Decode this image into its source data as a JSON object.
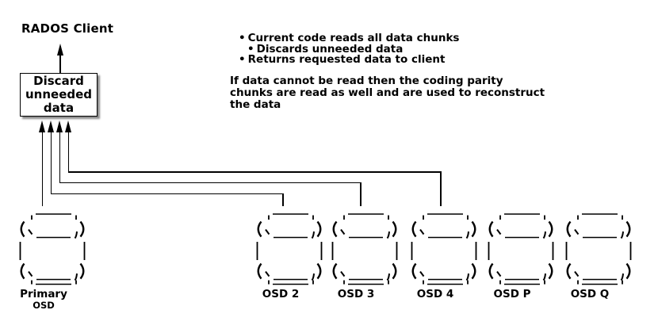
{
  "colors": {
    "ink": "#000000",
    "background": "#ffffff",
    "box_shadow": "rgba(0,0,0,0.45)"
  },
  "client": {
    "label": "RADOS Client"
  },
  "process_box": {
    "line1": "Discard",
    "line2": "unneeded",
    "line3": "data"
  },
  "notes": {
    "marker": "•",
    "bullets": [
      {
        "text": "Current code reads all data chunks",
        "indent": 0
      },
      {
        "text": "Discards unneeded data",
        "indent": 1
      },
      {
        "text": "Returns requested data to client",
        "indent": 0
      }
    ],
    "paragraph_lines": [
      "If data cannot be read then the coding parity",
      "chunks are read as well and are used to reconstruct",
      "the data"
    ]
  },
  "osds": [
    {
      "label": "Primary",
      "sublabel": "OSD"
    },
    {
      "label": "OSD 2",
      "sublabel": ""
    },
    {
      "label": "OSD 3",
      "sublabel": ""
    },
    {
      "label": "OSD 4",
      "sublabel": ""
    },
    {
      "label": "OSD P",
      "sublabel": ""
    },
    {
      "label": "OSD Q",
      "sublabel": ""
    }
  ]
}
